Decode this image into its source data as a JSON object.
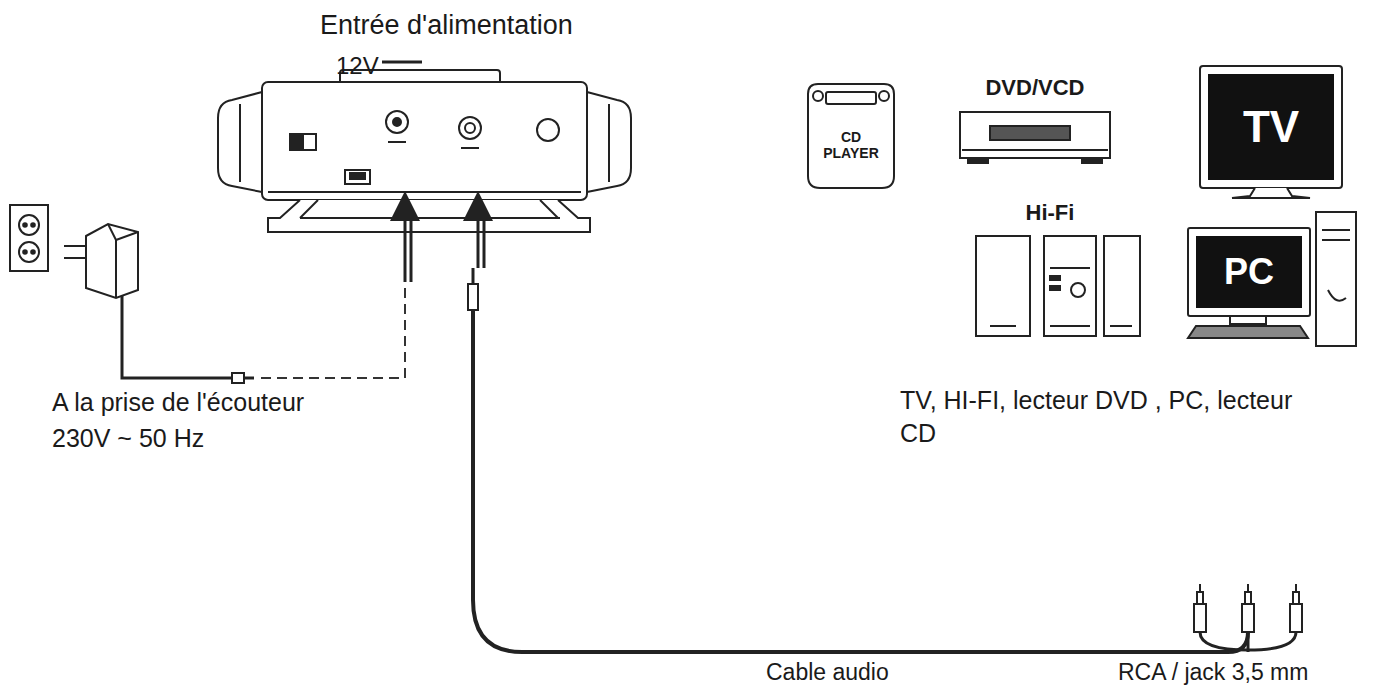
{
  "diagram": {
    "nodes": [
      {
        "text": [
          "CD PLAYER"
        ]
      },
      {
        "text": [
          "DVD/VCD"
        ]
      },
      {
        "text": [
          "TV"
        ]
      },
      {
        "text": [
          "Hi-Fi"
        ]
      },
      {
        "text": [
          "PC"
        ]
      }
    ],
    "labels": [
      "Entrée d'alimentation",
      "12V",
      "A la prise de l'écouteur",
      "230V ~ 50 Hz",
      "TV, HI-FI, lecteur DVD , PC, lecteur CD",
      "Cable audio",
      "RCA / jack 3,5 mm"
    ]
  }
}
